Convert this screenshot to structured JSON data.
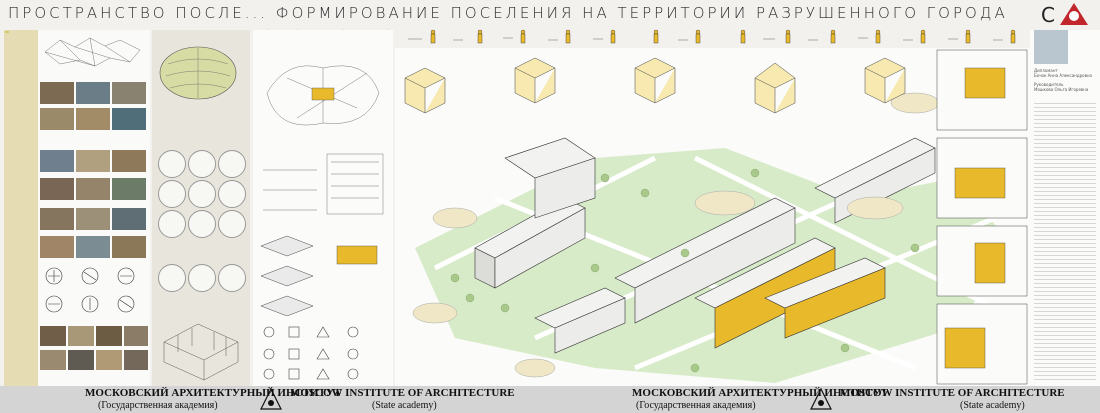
{
  "poster": {
    "title": "ПРОСТРАНСТВО ПОСЛЕ...   ФОРМИРОВАНИЕ ПОСЕЛЕНИЯ НА ТЕРРИТОРИИ РАЗРУШЕННОГО ГОРОДА",
    "logo_letter": "С",
    "accent_color": "#c0262c",
    "highlight_color": "#e8b92a",
    "green_color": "#cfe5b9"
  },
  "footer": {
    "left": {
      "ru_line1": "МОСКОВСКИЙ АРХИТЕКТУРНЫЙ ИНСТИТУТ",
      "ru_line2": "(Государственная академия)",
      "en_line1": "MOSCOW INSTITUTE OF ARCHITECTURE",
      "en_line2": "(State academy)"
    },
    "right": {
      "ru_line1": "МОСКОВСКИЙ АРХИТЕКТУРНЫЙ ИНСТИТУТ",
      "ru_line2": "(Государственная академия)",
      "en_line1": "MOSCOW INSTITUTE OF ARCHITECTURE",
      "en_line2": "(State academy)"
    }
  },
  "right_column": {
    "author_label": "Дипломант",
    "author_name": "Бочок Анна Александровна",
    "advisor_label": "Руководитель",
    "advisor_name": "Мошкова Ольга Игоревна"
  }
}
